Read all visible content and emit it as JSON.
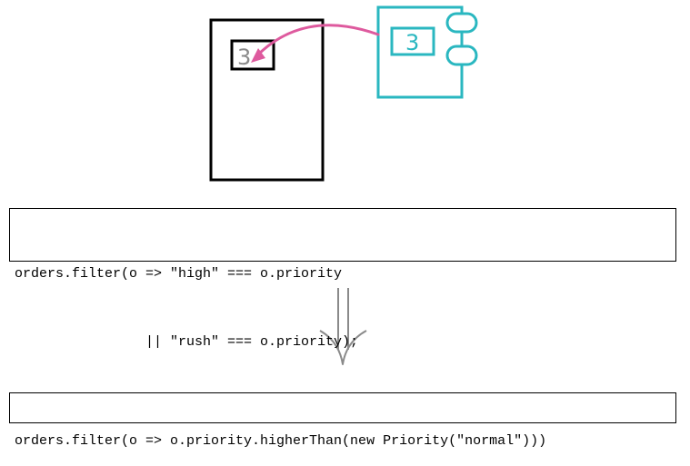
{
  "diagram": {
    "entity_value": "3",
    "value_object_value": "3"
  },
  "colors": {
    "entity": "#000000",
    "value_object": "#2ab7c0",
    "arrow": "#de5a9e",
    "refactor_arrow": "#8a8a8a"
  },
  "code_before": {
    "line1": "orders.filter(o => \"high\" === o.priority",
    "line2": "                || \"rush\" === o.priority);"
  },
  "code_after": {
    "line1": "orders.filter(o => o.priority.higherThan(new Priority(\"normal\")))"
  }
}
